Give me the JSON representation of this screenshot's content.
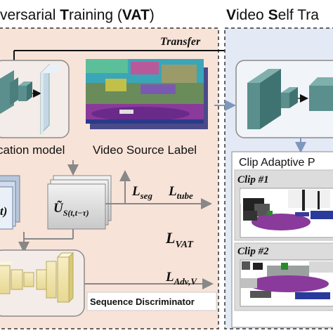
{
  "vat_panel": {
    "title_pre": "versarial ",
    "title_t": "T",
    "title_raining": "raining (",
    "title_vat": "VAT",
    "title_close": ")",
    "seg_model_label": "cation model",
    "video_source_label": "Video Source Label",
    "u_partial": "t)",
    "u_formula": "Ũ",
    "u_subscript": "S(t,t−τ)",
    "loss_seg": "L",
    "loss_seg_sub": "seg",
    "loss_tube": "L",
    "loss_tube_sub": "tube",
    "loss_vat": "L",
    "loss_vat_sub": "VAT",
    "loss_adv": "L",
    "loss_adv_sub": "Adv,V",
    "seq_disc_label": "Sequence Discriminator"
  },
  "transfer_label": "Transfer",
  "vst_panel": {
    "title_v": "V",
    "title_ideo": "ideo ",
    "title_s": "S",
    "title_elf": "elf ",
    "title_tra": "Tra",
    "clip_adaptive_label": "Clip Adaptive P",
    "clip1_label": "Clip #1",
    "clip2_label": "Clip #2"
  },
  "colors": {
    "vat_bg": "#f8e3d8",
    "vst_bg": "#e3e9f5",
    "block_teal": "#5a8f8d",
    "block_light": "#dce8ef",
    "disc_yellow": "#f3e9b8"
  }
}
